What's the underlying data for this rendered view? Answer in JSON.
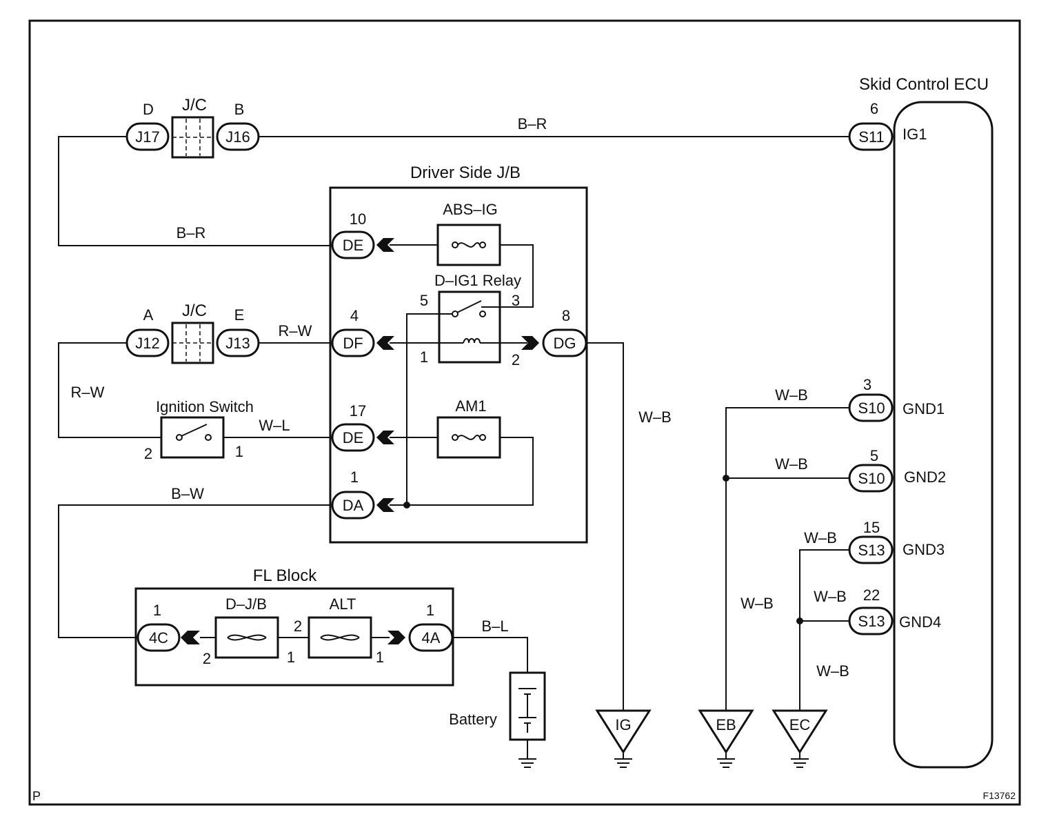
{
  "figure_code": "F13762",
  "corner_mark": "P",
  "components": {
    "ecu": {
      "title": "Skid Control ECU"
    },
    "driver_jb": {
      "title": "Driver Side J/B"
    },
    "fl_block": {
      "title": "FL Block"
    },
    "jc_top": {
      "title": "J/C",
      "left_letter": "D",
      "right_letter": "B",
      "left_conn": "J17",
      "right_conn": "J16"
    },
    "jc_mid": {
      "title": "J/C",
      "left_letter": "A",
      "right_letter": "E",
      "left_conn": "J12",
      "right_conn": "J13"
    },
    "abs_ig": {
      "label": "ABS–IG"
    },
    "dig1_relay": {
      "label": "D–IG1 Relay"
    },
    "am1": {
      "label": "AM1"
    },
    "ignition_switch": {
      "label": "Ignition Switch",
      "pin_left": "2",
      "pin_right": "1"
    },
    "dj_b": {
      "label": "D–J/B"
    },
    "alt": {
      "label": "ALT"
    },
    "battery": {
      "label": "Battery"
    }
  },
  "connectors": {
    "s11": {
      "code": "S11",
      "pin": "6",
      "signal": "IG1"
    },
    "s10_gnd1": {
      "code": "S10",
      "pin": "3",
      "signal": "GND1"
    },
    "s10_gnd2": {
      "code": "S10",
      "pin": "5",
      "signal": "GND2"
    },
    "s13_gnd3": {
      "code": "S13",
      "pin": "15",
      "signal": "GND3"
    },
    "s13_gnd4": {
      "code": "S13",
      "pin": "22",
      "signal": "GND4"
    },
    "de10": {
      "code": "DE",
      "pin": "10"
    },
    "df4": {
      "code": "DF",
      "pin": "4"
    },
    "dg8": {
      "code": "DG",
      "pin": "8"
    },
    "de17": {
      "code": "DE",
      "pin": "17"
    },
    "da1": {
      "code": "DA",
      "pin": "1"
    },
    "c4c": {
      "code": "4C",
      "pin": "1"
    },
    "c4a": {
      "code": "4A",
      "pin": "1"
    }
  },
  "relay_pins": {
    "p5": "5",
    "p3": "3",
    "p1": "1",
    "p2": "2"
  },
  "fuse_pins": {
    "dj_left": "2",
    "dj_right": "1",
    "alt_left": "2",
    "alt_right": "1"
  },
  "wires": {
    "top_br": "B–R",
    "de10_br": "B–R",
    "jc_df_rw": "R–W",
    "left_rw": "R–W",
    "ign_wl": "W–L",
    "da_bw": "B–W",
    "bat_bl": "B–L",
    "ig_wb": "W–B",
    "gnd1_wb": "W–B",
    "gnd2_wb": "W–B",
    "eb_wb": "W–B",
    "gnd3_wb": "W–B",
    "gnd4_wb": "W–B",
    "ec_wb": "W–B"
  },
  "grounds": {
    "ig": "IG",
    "eb": "EB",
    "ec": "EC"
  }
}
